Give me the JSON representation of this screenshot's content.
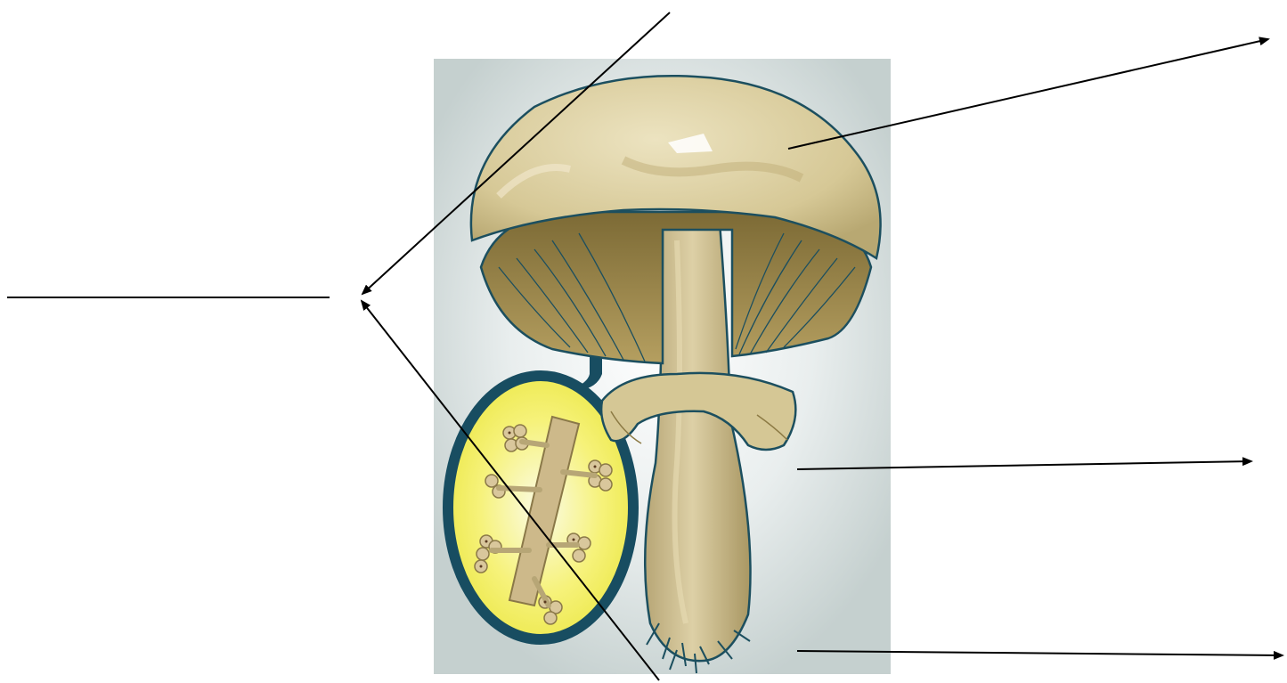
{
  "diagram": {
    "subject": "mushroom-anatomy-worksheet",
    "labels_visible": false,
    "colors": {
      "background_panel": "#c5d0cf",
      "cap": "#d9cc9b",
      "cap_shadow": "#b8a872",
      "gills": "#a08a4f",
      "outline": "#1c4f5f",
      "stalk": "#c9b989",
      "inset_fill": "#f3ef59",
      "inset_border": "#184d61",
      "arrow": "#000000"
    },
    "parts": [
      "cap",
      "gills",
      "ring",
      "stalk",
      "base",
      "mycelium-inset"
    ]
  }
}
